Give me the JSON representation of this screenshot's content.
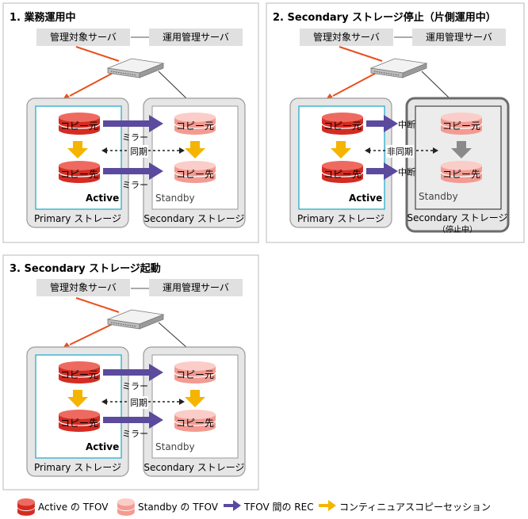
{
  "labels": {
    "mgmt_server": "管理対象サーバ",
    "ops_server": "運用管理サーバ",
    "copy_src": "コピー元",
    "copy_dst": "コピー先",
    "mirror": "ミラー",
    "sync": "同期",
    "async": "非同期",
    "interrupted": "中断",
    "active": "Active",
    "standby": "Standby",
    "primary_storage": "Primary ストレージ",
    "secondary_storage": "Secondary ストレージ",
    "stopped_note": "（停止中）"
  },
  "panels": [
    {
      "title": "1. 業務運用中"
    },
    {
      "title": "2. Secondary ストレージ停止（片側運用中）"
    },
    {
      "title": "3. Secondary ストレージ起動"
    }
  ],
  "legend": {
    "active_tfov": "Active の TFOV",
    "standby_tfov": "Standby の TFOV",
    "rec": "TFOV 間の REC",
    "copy_session": "コンティニュアスコピーセッション"
  },
  "colors": {
    "active_disk": "#e5342a",
    "standby_disk": "#f4a49c",
    "rec_arrow": "#5b4a9e",
    "session_arrow": "#f5b400",
    "stopped_arrow": "#8a8a8a",
    "fc_line": "#e8501e",
    "primary_frame": "#18a8c8"
  }
}
